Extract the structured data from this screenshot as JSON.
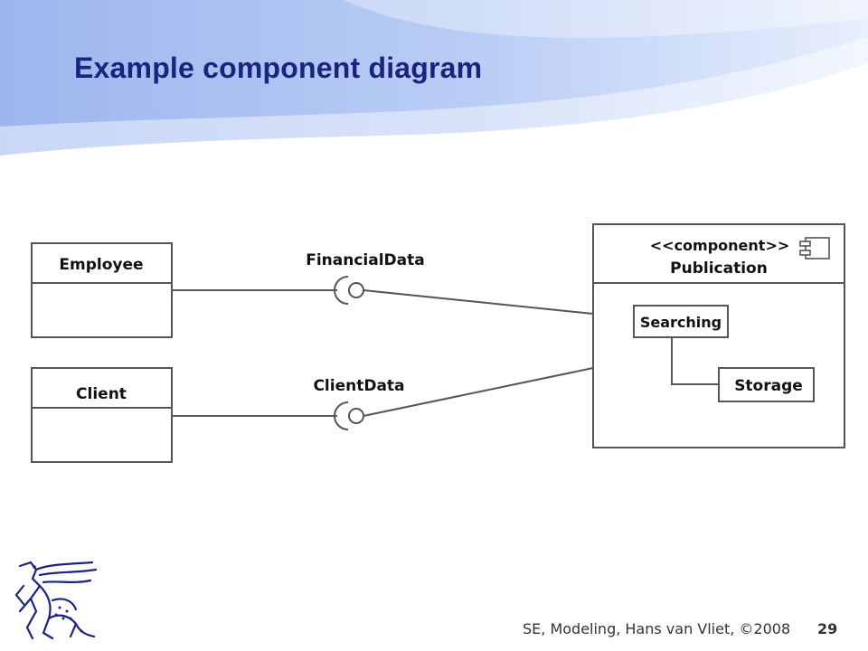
{
  "slide": {
    "title": "Example component diagram",
    "footer": "SE, Modeling, Hans van Vliet, ©2008",
    "page_number": "29"
  },
  "diagram": {
    "classes": [
      {
        "name": "Employee"
      },
      {
        "name": "Client"
      }
    ],
    "interfaces": [
      {
        "name": "FinancialData"
      },
      {
        "name": "ClientData"
      }
    ],
    "component": {
      "stereotype": "<<component>>",
      "name": "Publication",
      "parts": [
        {
          "name": "Searching"
        },
        {
          "name": "Storage"
        }
      ]
    }
  },
  "colors": {
    "title": "#1a237e",
    "header_gradient": "#a8c0f0",
    "line": "#555555"
  }
}
